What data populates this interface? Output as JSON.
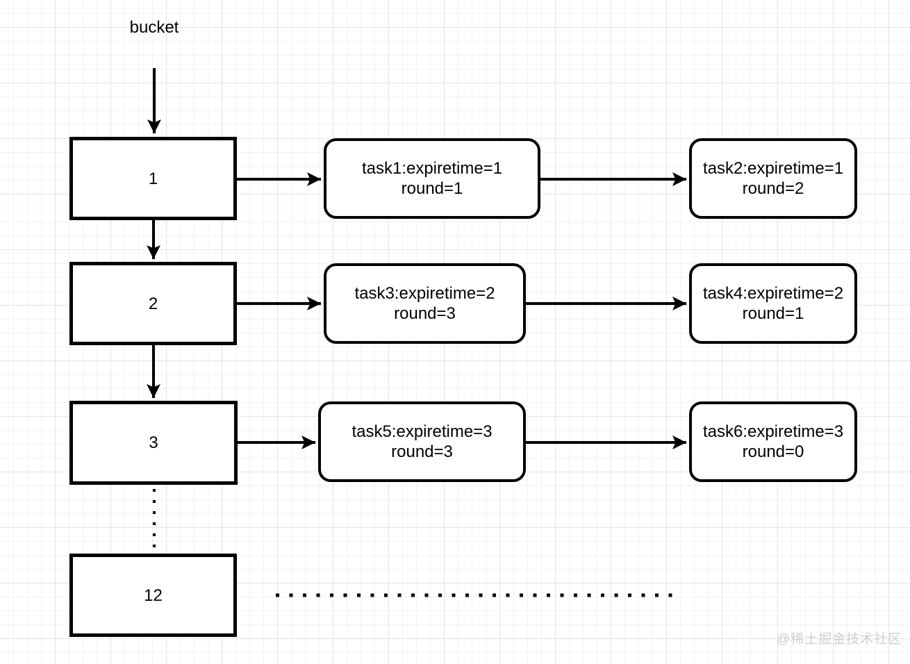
{
  "diagram": {
    "title": "bucket",
    "watermark": "@稀土掘金技术社区",
    "colors": {
      "stroke": "#000000",
      "node_fill": "#ffffff",
      "grid_minor": "#f2f2f2",
      "grid_major": "#e4e4e4",
      "watermark": "#cfcfcf"
    },
    "buckets": [
      {
        "label": "1",
        "tasks": [
          {
            "line1": "task1:expiretime=1",
            "line2": "round=1"
          },
          {
            "line1": "task2:expiretime=1",
            "line2": "round=2"
          }
        ]
      },
      {
        "label": "2",
        "tasks": [
          {
            "line1": "task3:expiretime=2",
            "line2": "round=3"
          },
          {
            "line1": "task4:expiretime=2",
            "line2": "round=1"
          }
        ]
      },
      {
        "label": "3",
        "tasks": [
          {
            "line1": "task5:expiretime=3",
            "line2": "round=3"
          },
          {
            "line1": "task6:expiretime=3",
            "line2": "round=0"
          }
        ]
      },
      {
        "label": "12",
        "tasks": []
      }
    ]
  }
}
